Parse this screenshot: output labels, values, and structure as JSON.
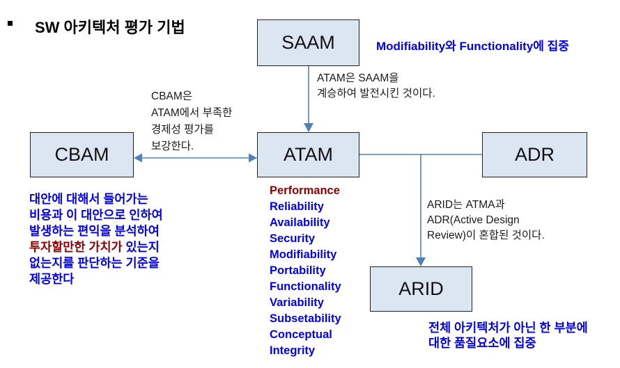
{
  "title": {
    "text": "SW 아키텍처 평가 기법"
  },
  "boxes": {
    "saam": "SAAM",
    "cbam": "CBAM",
    "atam": "ATAM",
    "adr": "ADR",
    "arid": "ARID"
  },
  "notes": {
    "saam_focus": "Modifiability와 Functionality에 집중",
    "saam_to_atam": [
      "ATAM은 SAAM을",
      "계승하여 발전시킨 것이다."
    ],
    "cbam_role": [
      "CBAM은",
      "ATAM에서 부족한",
      "경제성 평가를",
      "보강한다."
    ],
    "cbam_desc": {
      "line1": "대안에 대해서 들어가는",
      "line2": "비용과 이 대안으로 인하여",
      "line3": "발생하는 편익을 분석하여",
      "line4_red": "투자할만한 가치가",
      "line4_blue": " 있는지",
      "line5": "없는지를 판단하는 기준을",
      "line6": "제공한다"
    },
    "arid_origin": [
      "ARID는 ATMA과",
      "ADR(Active Design",
      "Review)이 혼합된 것이다."
    ],
    "arid_focus": [
      "전체 아키텍처가 아닌 한 부분에",
      "대한 품질요소에 집중"
    ]
  },
  "atam_attributes": {
    "highlight": "Performance",
    "items": [
      "Reliability",
      "Availability",
      "Security",
      "Modifiability",
      "Portability",
      "Functionality",
      "Variability",
      "Subsetability",
      "Conceptual",
      "Integrity"
    ]
  },
  "colors": {
    "box_fill": "#dce6f2",
    "box_border": "#1f1f1f",
    "connector": "#4f81bd",
    "blue_text": "#0000ee",
    "dark_red_text": "#8b0000",
    "black_text": "#1a1a1a"
  }
}
